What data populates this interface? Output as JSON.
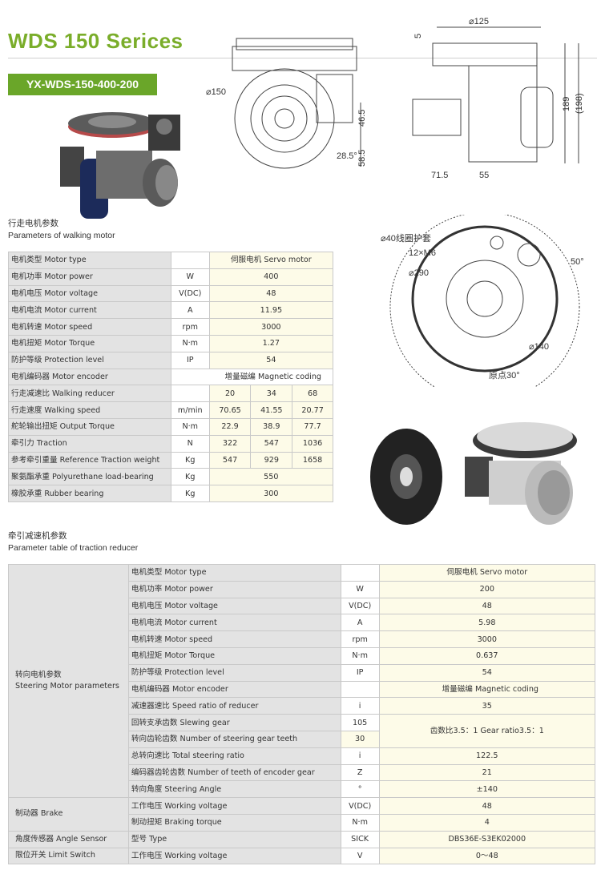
{
  "title": "WDS 150 Serices",
  "model": "YX-WDS-150-400-200",
  "dims": {
    "front": {
      "d150": "⌀150",
      "h46_5": "46.5",
      "h58_5": "58.5",
      "ang": "28.5°"
    },
    "side": {
      "d125": "⌀125",
      "h5": "5",
      "h189": "189",
      "h198": "(198)",
      "w71_5": "71.5",
      "w55": "55"
    },
    "top": {
      "guard": "⌀40线圈护套",
      "bolts": "12×M6",
      "d290": "⌀290",
      "d140": "⌀140",
      "a50": "50°",
      "origin": "原点30°"
    }
  },
  "walking": {
    "heading_cn": "行走电机参数",
    "heading_en": "Parameters of walking motor",
    "rows": [
      {
        "label": "电机类型 Motor type",
        "unit": "",
        "values": [
          "伺服电机 Servo motor"
        ]
      },
      {
        "label": "电机功率 Motor power",
        "unit": "W",
        "values": [
          "400"
        ]
      },
      {
        "label": "电机电压 Motor voltage",
        "unit": "V(DC)",
        "values": [
          "48"
        ]
      },
      {
        "label": "电机电流 Motor current",
        "unit": "A",
        "values": [
          "11.95"
        ]
      },
      {
        "label": "电机转速 Motor speed",
        "unit": "rpm",
        "values": [
          "3000"
        ]
      },
      {
        "label": "电机扭矩 Motor Torque",
        "unit": "N·m",
        "values": [
          "1.27"
        ]
      },
      {
        "label": "防护等级 Protection level",
        "unit": "IP",
        "values": [
          "54"
        ]
      },
      {
        "label": "电机编码器 Motor encoder",
        "unit": "",
        "values": [
          "增量磁编 Magnetic coding"
        ],
        "merge": true
      },
      {
        "label": "行走减速比 Walking reducer",
        "unit": "",
        "values": [
          "20",
          "34",
          "68"
        ]
      },
      {
        "label": "行走速度 Walking speed",
        "unit": "m/min",
        "values": [
          "70.65",
          "41.55",
          "20.77"
        ]
      },
      {
        "label": "舵轮输出扭矩 Output Torque",
        "unit": "N·m",
        "values": [
          "22.9",
          "38.9",
          "77.7"
        ]
      },
      {
        "label": "牵引力 Traction",
        "unit": "N",
        "values": [
          "322",
          "547",
          "1036"
        ]
      },
      {
        "label": "参考牵引重量 Reference Traction weight",
        "unit": "Kg",
        "values": [
          "547",
          "929",
          "1658"
        ]
      },
      {
        "label": "聚氨酯承重 Polyurethane load-bearing",
        "unit": "Kg",
        "values": [
          "550"
        ]
      },
      {
        "label": "橡胶承重 Rubber bearing",
        "unit": "Kg",
        "values": [
          "300"
        ]
      }
    ]
  },
  "reducer": {
    "heading_cn": "牵引减速机参数",
    "heading_en": "Parameter table of traction reducer",
    "groups": {
      "steering": [
        "转向电机参数",
        "Steering Motor parameters"
      ],
      "brake": "制动器 Brake",
      "angle": "角度传感器 Angle Sensor",
      "limit": "限位开关 Limit Switch"
    },
    "rows": [
      {
        "label": "电机类型 Motor type",
        "unit": "",
        "value": "伺服电机 Servo motor"
      },
      {
        "label": "电机功率 Motor power",
        "unit": "W",
        "value": "200"
      },
      {
        "label": "电机电压 Motor voltage",
        "unit": "V(DC)",
        "value": "48"
      },
      {
        "label": "电机电流 Motor current",
        "unit": "A",
        "value": "5.98"
      },
      {
        "label": "电机转速 Motor speed",
        "unit": "rpm",
        "value": "3000"
      },
      {
        "label": "电机扭矩 Motor Torque",
        "unit": "N·m",
        "value": "0.637"
      },
      {
        "label": "防护等级 Protection level",
        "unit": "IP",
        "value": "54"
      },
      {
        "label": "电机编码器 Motor encoder",
        "unit": "",
        "value": "增量磁编 Magnetic coding"
      },
      {
        "label": "减速器速比 Speed ratio of reducer",
        "unit": "i",
        "value": "35"
      },
      {
        "label": "回转支承齿数 Slewing gear",
        "unit": "105",
        "value": "齿数比3.5：1 Gear ratio3.5：1"
      },
      {
        "label": "转向齿轮齿数 Number of steering gear teeth",
        "unit": "30",
        "value": ""
      },
      {
        "label": "总转向速比 Total steering ratio",
        "unit": "i",
        "value": "122.5"
      },
      {
        "label": "编码器齿轮齿数 Number of teeth of encoder gear",
        "unit": "Z",
        "value": "21"
      },
      {
        "label": "转向角度 Steering Angle",
        "unit": "°",
        "value": "±140"
      },
      {
        "label": "工作电压 Working voltage",
        "unit": "V(DC)",
        "value": "48"
      },
      {
        "label": "制动扭矩 Braking torque",
        "unit": "N·m",
        "value": "4"
      },
      {
        "label": "型号 Type",
        "unit": "SICK",
        "value": "DBS36E-S3EK02000"
      },
      {
        "label": "工作电压 Working voltage",
        "unit": "V",
        "value": "0～48"
      }
    ]
  }
}
